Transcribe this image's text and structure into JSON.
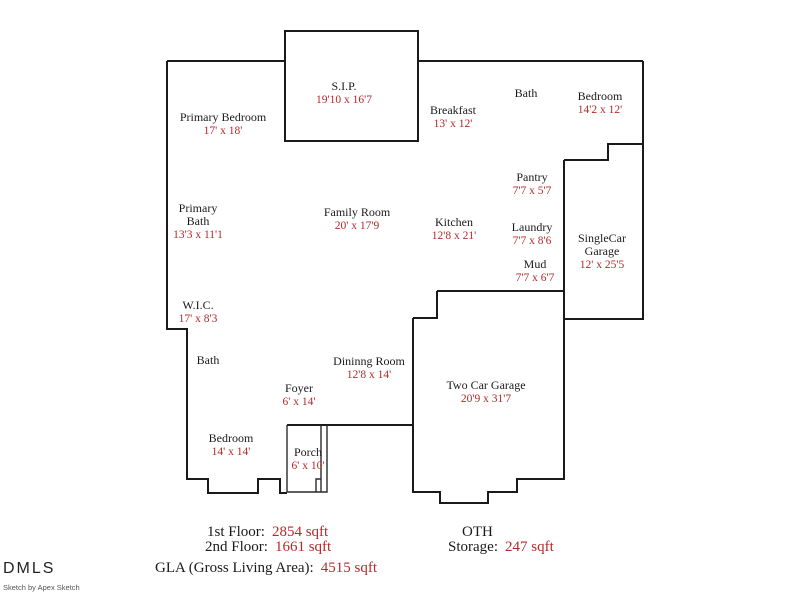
{
  "colors": {
    "wall_line": "#1a1a1a",
    "room_name_text": "#1a1a1a",
    "dimension_text": "#b22b2b"
  },
  "rooms": [
    {
      "name": "S.I.P.",
      "dims": "19'10 x 16'7"
    },
    {
      "name": "Primary Bedroom",
      "dims": "17' x 18'"
    },
    {
      "name": "Breakfast",
      "dims": "13' x 12'"
    },
    {
      "name": "Bath"
    },
    {
      "name": "Bedroom",
      "dims": "14'2 x 12'"
    },
    {
      "name": "Primary",
      "name2": "Bath",
      "dims": "13'3 x 11'1"
    },
    {
      "name": "Family Room",
      "dims": "20' x 17'9"
    },
    {
      "name": "Kitchen",
      "dims": "12'8 x 21'"
    },
    {
      "name": "Pantry",
      "dims": "7'7 x 5'7"
    },
    {
      "name": "Laundry",
      "dims": "7'7 x 8'6"
    },
    {
      "name": "Mud",
      "dims": "7'7 x 6'7"
    },
    {
      "name": "SingleCar",
      "name2": "Garage",
      "dims": "12' x 25'5"
    },
    {
      "name": "W.I.C.",
      "dims": "17' x 8'3"
    },
    {
      "name": "Bath"
    },
    {
      "name": "Dininng Room",
      "dims": "12'8 x 14'"
    },
    {
      "name": "Foyer",
      "dims": "6' x 14'"
    },
    {
      "name": "Two Car Garage",
      "dims": "20'9 x 31'7"
    },
    {
      "name": "Bedroom",
      "dims": "14' x 14'"
    },
    {
      "name": "Porch",
      "dims": "6' x 10'"
    }
  ],
  "summary": {
    "first_floor_label": "1st Floor:",
    "first_floor_value": "2854 sqft",
    "second_floor_label": "2nd Floor:",
    "second_floor_value": "1661 sqft",
    "gla_label": "GLA (Gross Living Area):",
    "gla_value": "4515 sqft",
    "oth_label": "OTH",
    "storage_label": "Storage:",
    "storage_value": "247 sqft"
  },
  "branding": {
    "logo": "DMLS",
    "credit": "Sketch by Apex Sketch"
  }
}
